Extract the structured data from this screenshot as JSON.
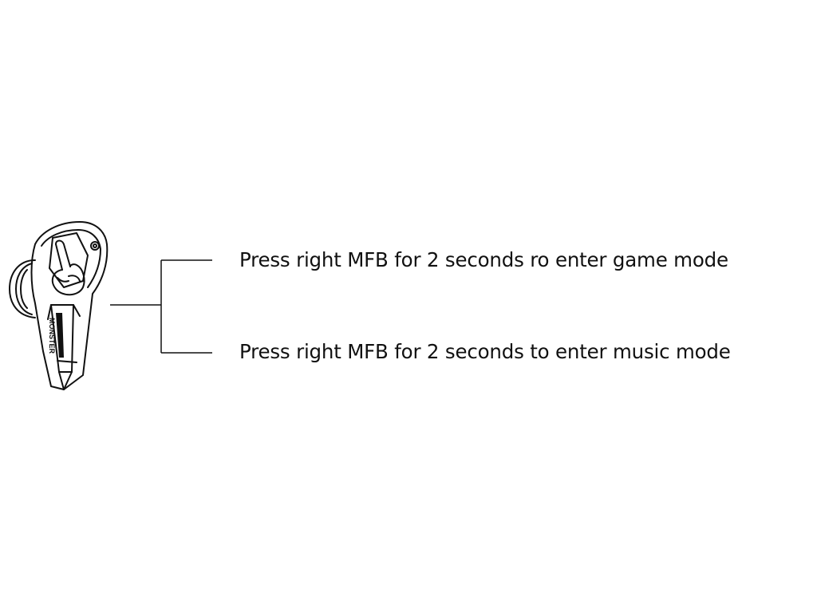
{
  "instructions": {
    "game_mode": "Press right MFB for 2 seconds ro enter game mode",
    "music_mode": "Press right MFB for 2 seconds to enter music mode"
  },
  "earbud": {
    "brand_text": "MONSTER",
    "icon": "earbud-press-icon"
  },
  "colors": {
    "line": "#111111",
    "background": "#ffffff"
  }
}
